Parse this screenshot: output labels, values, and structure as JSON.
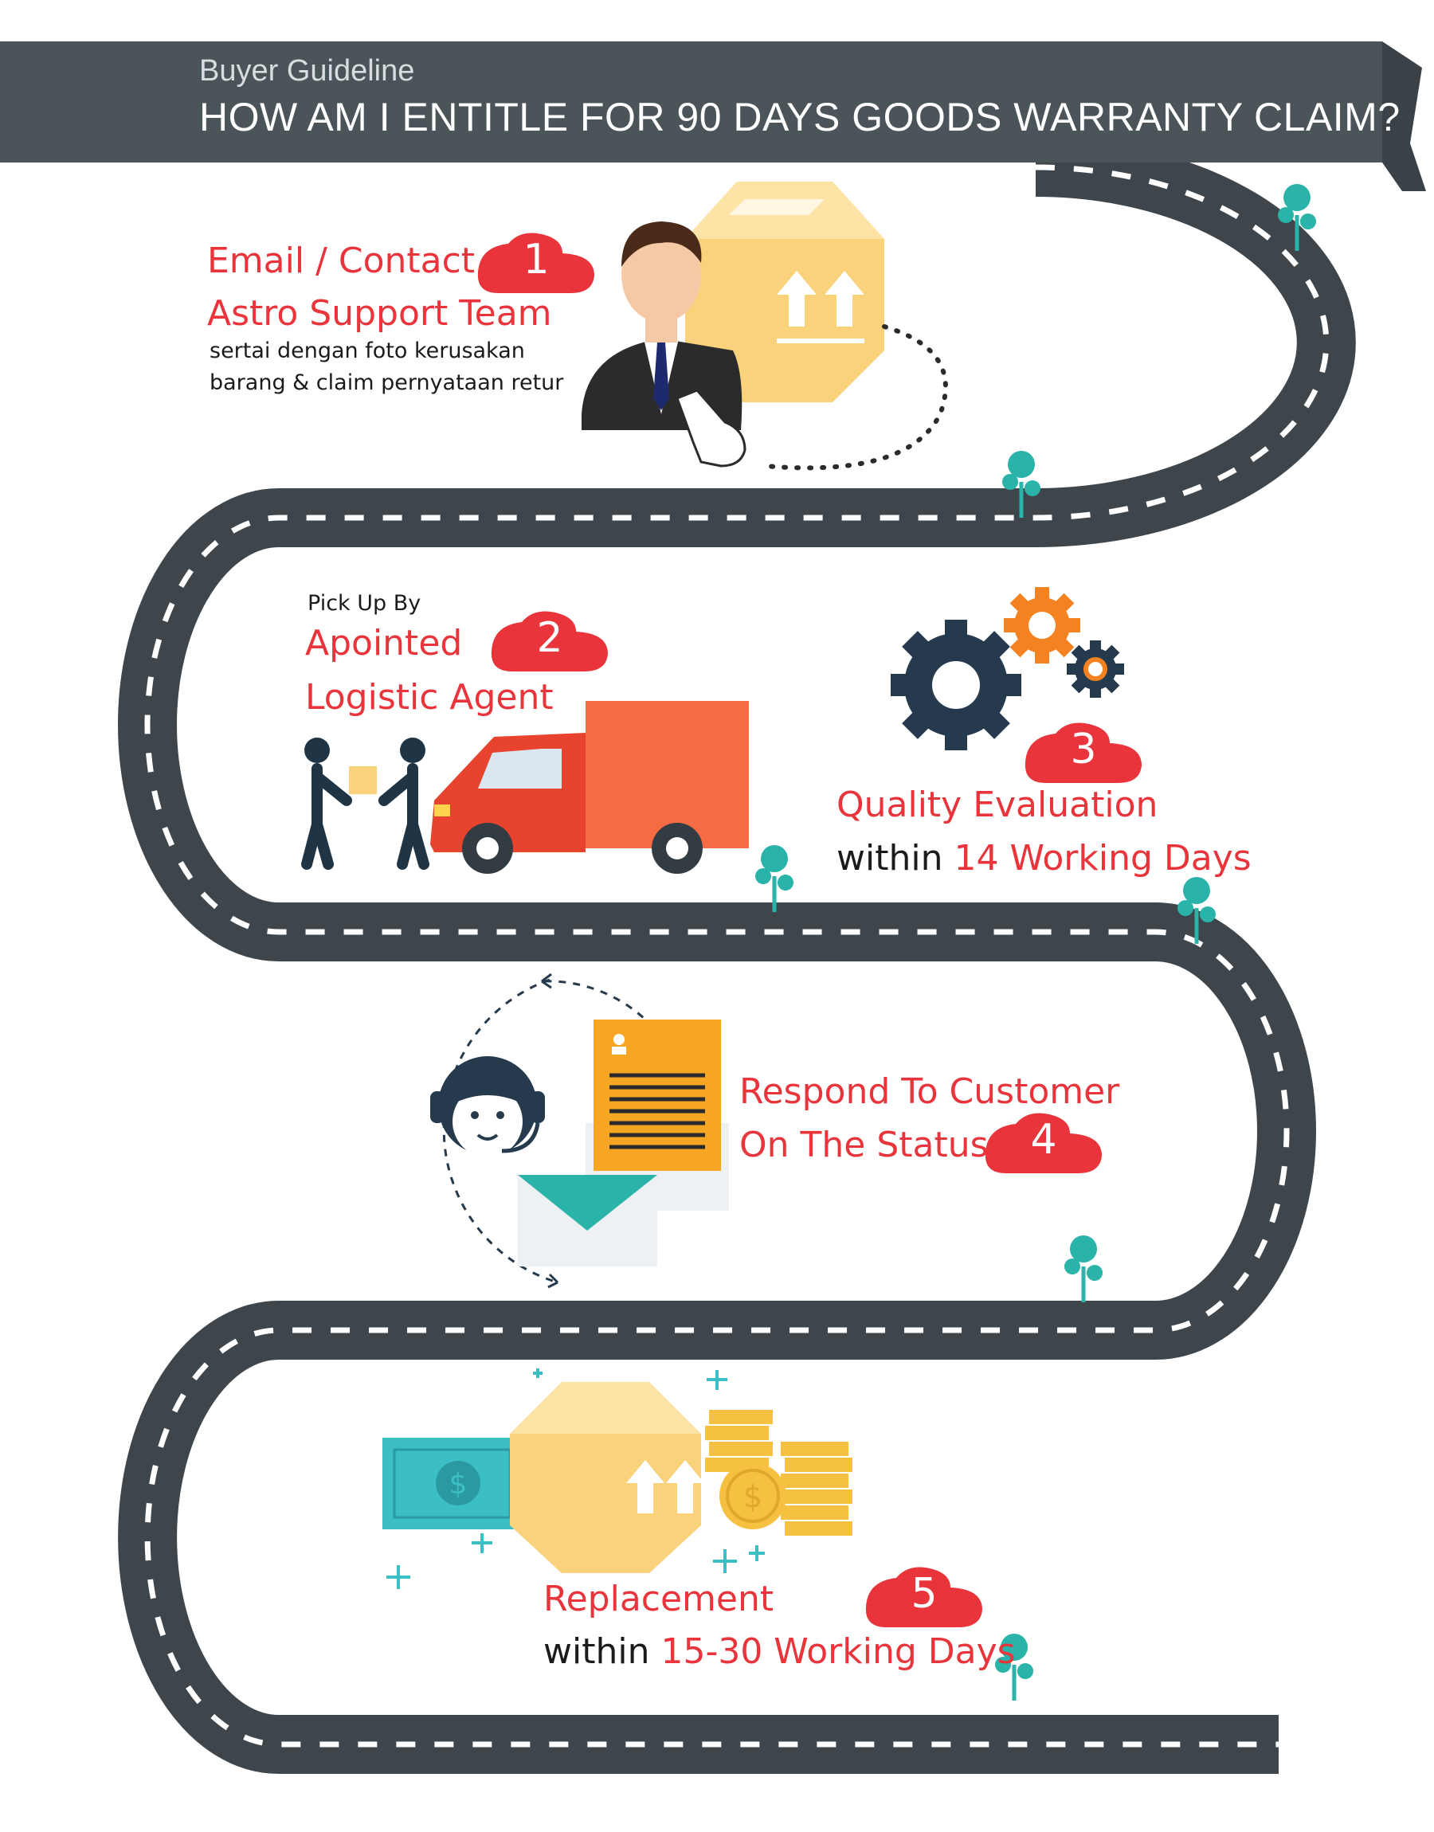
{
  "header": {
    "subtitle": "Buyer Guideline",
    "title": "HOW AM I ENTITLE FOR 90 DAYS GOODS WARRANTY CLAIM?"
  },
  "steps": [
    {
      "number": "1",
      "title_line1": "Email / Contact",
      "title_line2": "Astro Support Team",
      "note_line1": "sertai dengan foto kerusakan",
      "note_line2": "barang & claim pernyataan retur"
    },
    {
      "number": "2",
      "pre_label": "Pick Up By",
      "title_line1": "Apointed",
      "title_line2": "Logistic Agent"
    },
    {
      "number": "3",
      "title_line1": "Quality Evaluation",
      "within": "within",
      "duration": "14 Working Days"
    },
    {
      "number": "4",
      "title_line1": "Respond To Customer",
      "title_line2": "On The Status"
    },
    {
      "number": "5",
      "title_line1": "Replacement",
      "within": "within",
      "duration": "15-30 Working Days"
    }
  ],
  "icons": {
    "step1": "businessman-with-box-icon",
    "step2": "delivery-truck-icon",
    "step3": "gears-icon",
    "step4": "support-agent-mail-icon",
    "step5": "money-box-coins-icon"
  },
  "colors": {
    "road": "#3e464b",
    "banner": "#4a5459",
    "accent_red": "#e8343a",
    "box_yellow": "#fbd27c",
    "tree": "#2ab3a8"
  }
}
